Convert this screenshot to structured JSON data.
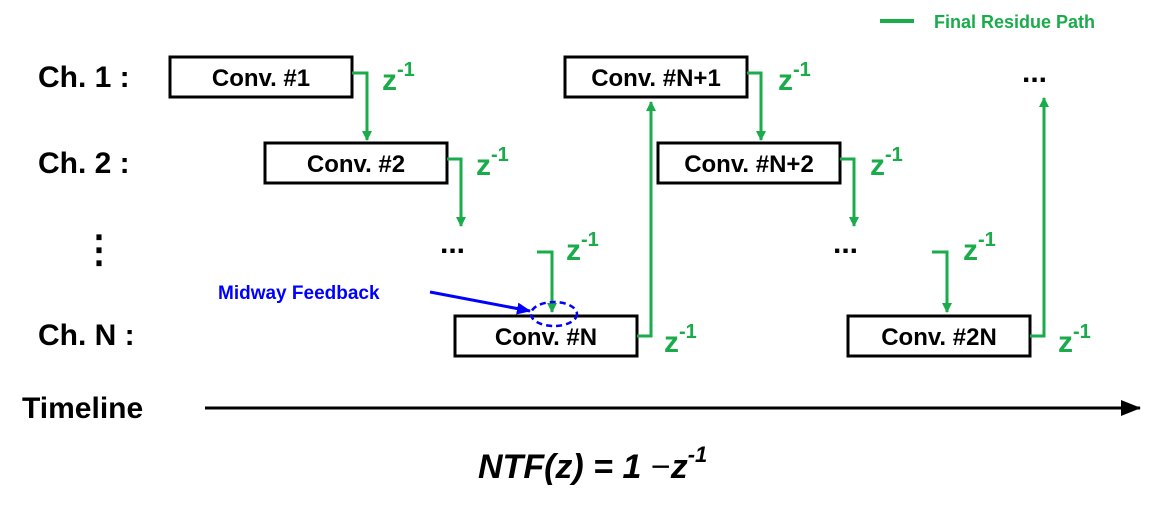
{
  "legend": {
    "label": "Final Residue Path",
    "color": "#1aab4b"
  },
  "channels": [
    "Ch. 1 :",
    "Ch. 2 :",
    "Ch. N :"
  ],
  "vertical_dots": "⋮",
  "converters": [
    "Conv. #1",
    "Conv. #2",
    "Conv. #N",
    "Conv. #N+1",
    "Conv. #N+2",
    "Conv. #2N"
  ],
  "delay": {
    "base": "z",
    "exp": "-1"
  },
  "ellipsis": "...",
  "midway_label": "Midway Feedback",
  "midway_color": "#0000ff",
  "timeline_label": "Timeline",
  "formula": {
    "lhs": "NTF(z) = 1 ",
    "minus": "−",
    "base": "z",
    "exp": "-1"
  }
}
